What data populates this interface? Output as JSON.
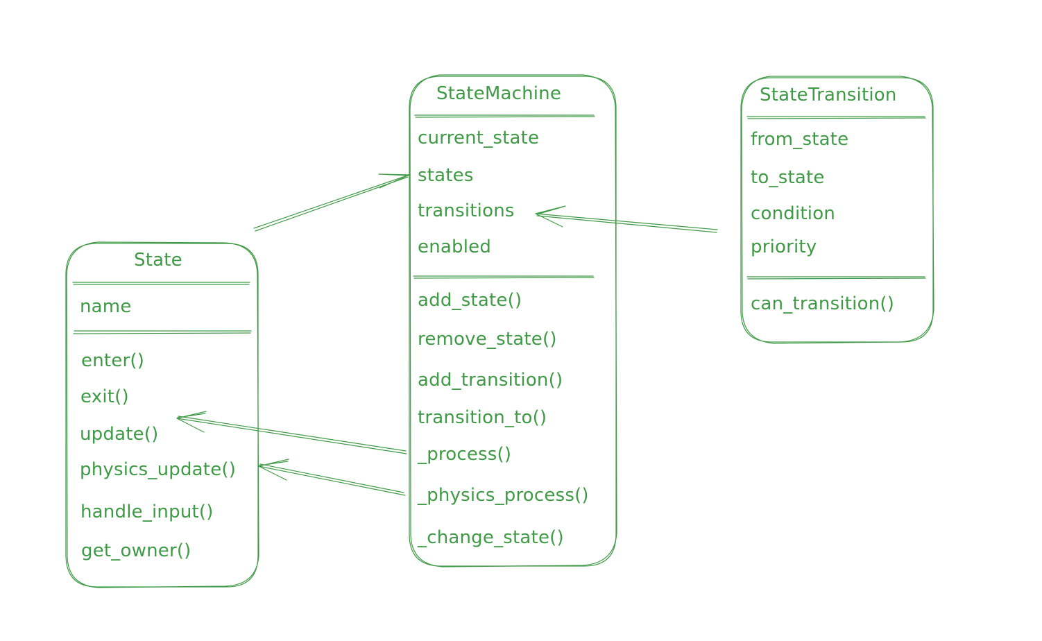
{
  "theme": {
    "stroke": "#3f9a45",
    "text": "#3f9a45",
    "background": "#ffffff"
  },
  "classes": {
    "state": {
      "title": "State",
      "attributes": [
        "name"
      ],
      "methods": [
        "enter()",
        "exit()",
        "update()",
        "physics_update()",
        "handle_input()",
        "get_owner()"
      ]
    },
    "state_machine": {
      "title": "StateMachine",
      "attributes": [
        "current_state",
        "states",
        "transitions",
        "enabled"
      ],
      "methods": [
        "add_state()",
        "remove_state()",
        "add_transition()",
        "transition_to()",
        "_process()",
        "_physics_process()",
        "_change_state()"
      ]
    },
    "state_transition": {
      "title": "StateTransition",
      "attributes": [
        "from_state",
        "to_state",
        "condition",
        "priority"
      ],
      "methods": [
        "can_transition()"
      ]
    }
  },
  "relations": [
    {
      "from": "State",
      "to": "StateMachine.states"
    },
    {
      "from": "StateTransition",
      "to": "StateMachine.transitions"
    },
    {
      "from": "StateMachine._process()",
      "to": "State.update()"
    },
    {
      "from": "StateMachine._physics_process()",
      "to": "State.physics_update()"
    }
  ]
}
